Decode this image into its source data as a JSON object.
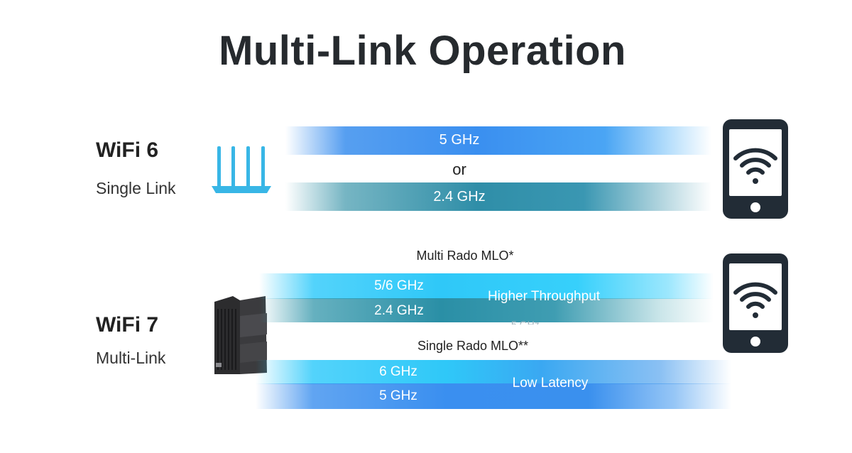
{
  "title": "Multi-Link Operation",
  "wifi6": {
    "heading": "WiFi 6",
    "subheading": "Single Link",
    "bands": {
      "top_label": "5 GHz",
      "or_label": "or",
      "bottom_label": "2.4 GHz"
    }
  },
  "wifi7": {
    "heading": "WiFi 7",
    "subheading": "Multi-Link",
    "multi_radio": {
      "caption": "Multi Rado MLO*",
      "band_top": "5/6 GHz",
      "band_bottom": "2.4 GHz",
      "benefit": "Higher Throughput"
    },
    "single_radio": {
      "caption": "Single Rado MLO**",
      "band_top": "6 GHz",
      "band_bottom": "5 GHz",
      "benefit": "Low Latency"
    }
  },
  "icons": {
    "wifi6_device": "router-icon",
    "wifi7_device": "router-tower-icon",
    "client_device": "smartphone-wifi-icon"
  },
  "colors": {
    "band_5ghz": "#3a8ff0",
    "band_2_4ghz": "#2f8ea8",
    "band_6ghz": "#2fc8f8",
    "router_wifi6": "#38b6e6",
    "phone": "#222c36"
  }
}
